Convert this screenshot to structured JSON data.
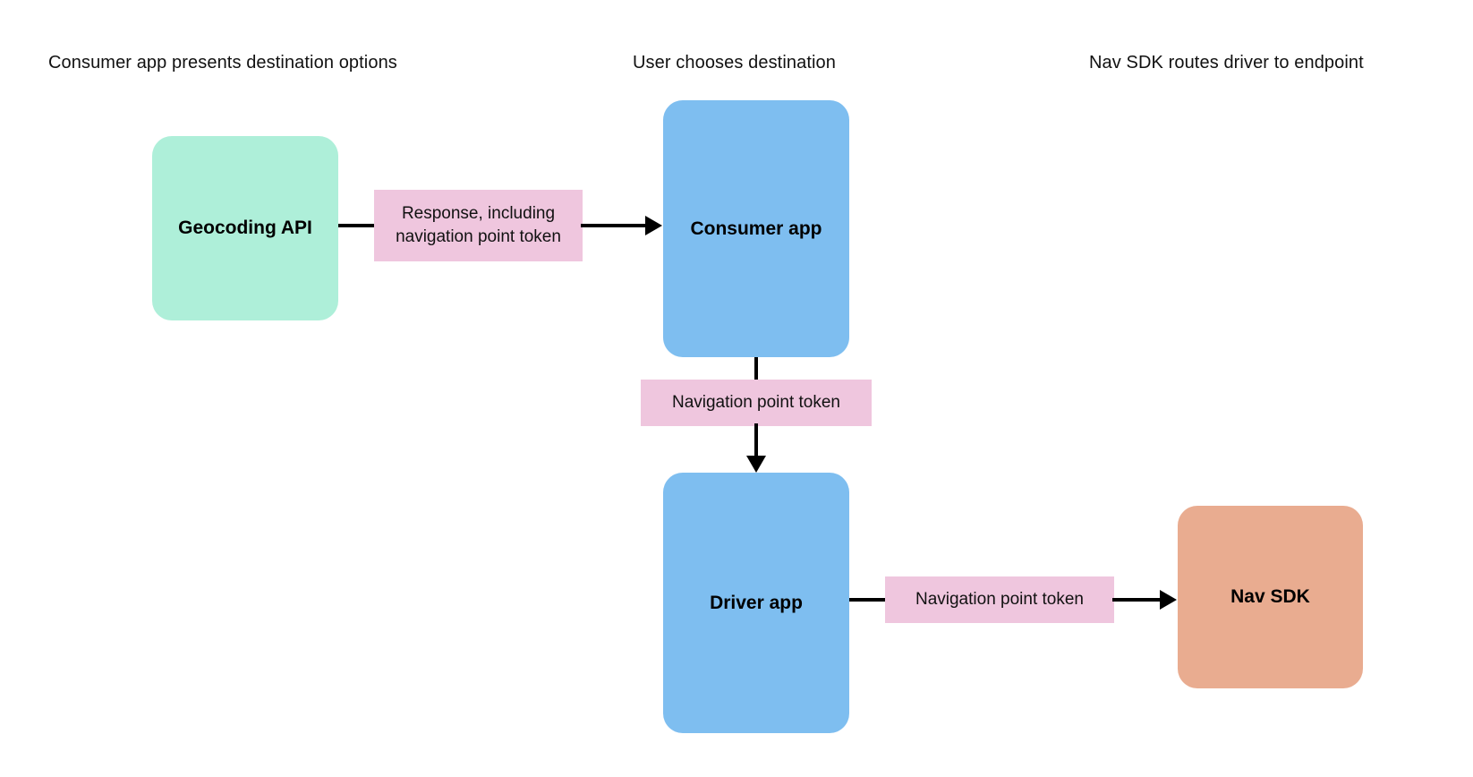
{
  "diagram": {
    "title_row": [
      {
        "id": "stage-1",
        "label": "Consumer app presents destination options"
      },
      {
        "id": "stage-2",
        "label": "User chooses destination"
      },
      {
        "id": "stage-3",
        "label": "Nav SDK routes driver to endpoint"
      }
    ],
    "nodes": [
      {
        "id": "geocoding-api",
        "label": "Geocoding API",
        "color": "#AEEFD9",
        "shape": "rounded-rect"
      },
      {
        "id": "consumer-app",
        "label": "Consumer app",
        "color": "#7EBEF0",
        "shape": "rounded-rect"
      },
      {
        "id": "driver-app",
        "label": "Driver app",
        "color": "#7EBEF0",
        "shape": "rounded-rect"
      },
      {
        "id": "nav-sdk",
        "label": "Nav SDK",
        "color": "#E9AC90",
        "shape": "rounded-rect"
      }
    ],
    "edges": [
      {
        "id": "geocoding-to-consumer",
        "from": "geocoding-api",
        "to": "consumer-app",
        "label": "Response, including navigation point token",
        "label_color": "#EFC6DE",
        "direction": "right"
      },
      {
        "id": "consumer-to-driver",
        "from": "consumer-app",
        "to": "driver-app",
        "label": "Navigation point token",
        "label_color": "#EFC6DE",
        "direction": "down"
      },
      {
        "id": "driver-to-navsdk",
        "from": "driver-app",
        "to": "nav-sdk",
        "label": "Navigation point token",
        "label_color": "#EFC6DE",
        "direction": "right"
      }
    ],
    "colors": {
      "background": "#FFFFFF",
      "mint": "#AEEFD9",
      "blue": "#7EBEF0",
      "salmon": "#E9AC90",
      "pink": "#EFC6DE",
      "line": "#000000",
      "text": "#111111"
    }
  }
}
